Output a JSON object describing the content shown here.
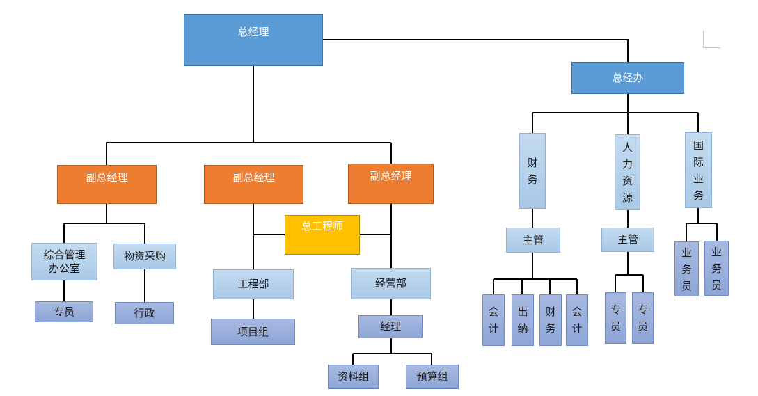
{
  "nodes": {
    "gm": "总经理",
    "gm_office": "总经办",
    "vgm1": "副总经理",
    "vgm2": "副总经理",
    "vgm3": "副总经理",
    "chief_engineer": "总工程师",
    "admin_office": "综合管理办公室",
    "purchasing": "物资采购",
    "specialist_admin": "专员",
    "administration": "行政",
    "engineering": "工程部",
    "project_group": "项目组",
    "business_dept": "经营部",
    "manager": "经理",
    "data_group": "资料组",
    "budget_group": "预算组",
    "finance": "财务",
    "finance_supervisor": "主管",
    "accounting_1": "会计",
    "cashier": "出纳",
    "finance_staff": "财务",
    "accounting_2": "会计",
    "hr": "人力资源",
    "hr_supervisor": "主管",
    "hr_specialist_1": "专员",
    "hr_specialist_2": "专员",
    "intl_business": "国际业务",
    "salesperson_1": "业务员",
    "salesperson_2": "业务员"
  },
  "colors": {
    "top_level": "#5b9bd5",
    "vice_gm": "#ed7d31",
    "chief_engineer": "#ffc000",
    "department": "#bdd7ee",
    "unit": "#9db3e0",
    "connector": "#000000"
  }
}
